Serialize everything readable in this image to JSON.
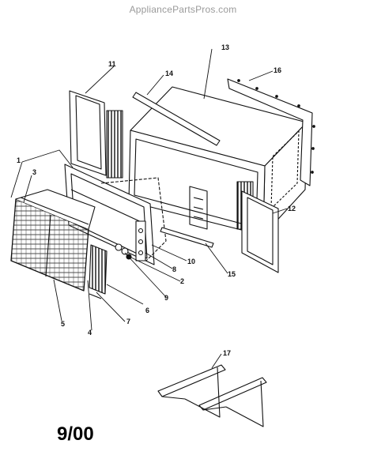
{
  "watermark": "AppliancePartsPros.com",
  "date_code": "9/00",
  "callouts": [
    "1",
    "2",
    "3",
    "4",
    "5",
    "6",
    "7",
    "8",
    "9",
    "10",
    "11",
    "12",
    "13",
    "14",
    "15",
    "16",
    "17"
  ]
}
